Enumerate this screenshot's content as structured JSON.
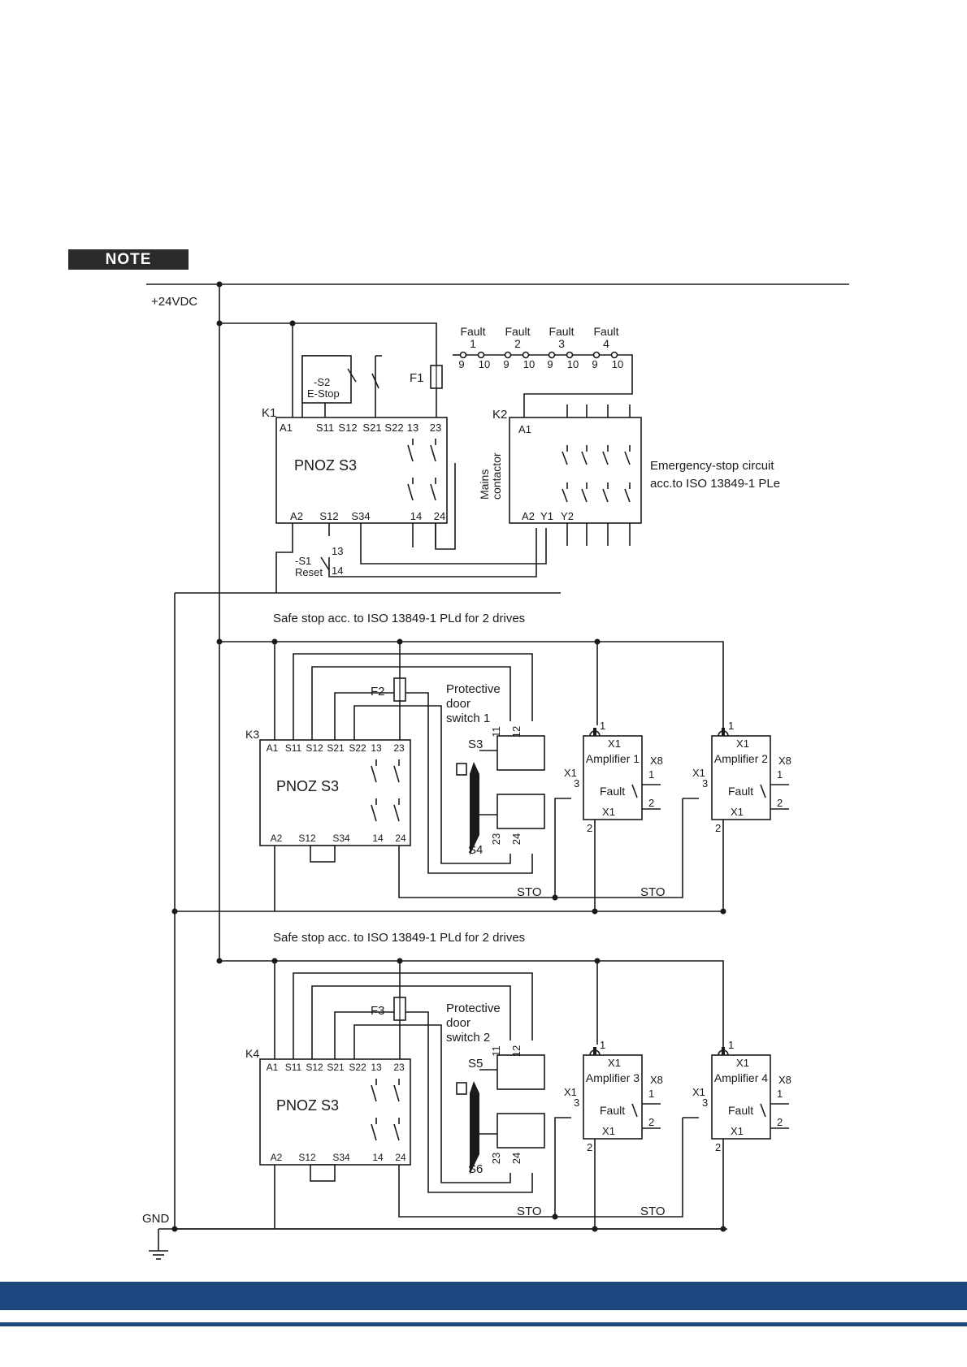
{
  "note_label": "NOTE",
  "supply": {
    "plus": "+24VDC",
    "gnd": "GND"
  },
  "estop_section": {
    "k1_label": "K1",
    "k1_name": "PNOZ S3",
    "k1_top_terminals": [
      "A1",
      "S11",
      "S12",
      "S21",
      "S22",
      "13",
      "23"
    ],
    "k1_bottom_terminals": [
      "A2",
      "S12",
      "S34",
      "14",
      "24"
    ],
    "estop_switch": [
      "-S2",
      "E-Stop"
    ],
    "fuse": "F1",
    "reset_switch": [
      "-S1",
      "Reset"
    ],
    "reset_terminals": [
      "13",
      "14"
    ],
    "k2_label": "K2",
    "k2_terminals": [
      "A1",
      "A2",
      "Y1",
      "Y2"
    ],
    "mains_contactor": [
      "Mains",
      "contactor"
    ],
    "circuit_note": [
      "Emergency-stop circuit",
      "acc.to ISO 13849-1 PLe"
    ],
    "fault_chain": [
      {
        "label": "Fault",
        "num": "1",
        "pins": [
          "9",
          "10"
        ]
      },
      {
        "label": "Fault",
        "num": "2",
        "pins": [
          "9",
          "10"
        ]
      },
      {
        "label": "Fault",
        "num": "3",
        "pins": [
          "9",
          "10"
        ]
      },
      {
        "label": "Fault",
        "num": "4",
        "pins": [
          "9",
          "10"
        ]
      }
    ]
  },
  "safe_stop_sections": [
    {
      "title": "Safe stop acc. to ISO 13849-1 PLd for 2 drives",
      "relay_label": "K3",
      "relay_name": "PNOZ S3",
      "top_terminals": [
        "A1",
        "S11",
        "S12",
        "S21",
        "S22",
        "13",
        "23"
      ],
      "bottom_terminals": [
        "A2",
        "S12",
        "S34",
        "14",
        "24"
      ],
      "fuse": "F2",
      "door_switch": [
        "Protective",
        "door",
        "switch 1"
      ],
      "switch_top": "S3",
      "switch_bottom": "S4",
      "pins": [
        "11",
        "12",
        "23",
        "24"
      ],
      "amplifiers": [
        {
          "name": "Amplifier 1",
          "x1": "X1",
          "x8": "X8",
          "fault": "Fault",
          "sto": "STO"
        },
        {
          "name": "Amplifier 2",
          "x1": "X1",
          "x8": "X8",
          "fault": "Fault",
          "sto": "STO"
        }
      ]
    },
    {
      "title": "Safe stop acc. to ISO 13849-1 PLd for 2 drives",
      "relay_label": "K4",
      "relay_name": "PNOZ S3",
      "top_terminals": [
        "A1",
        "S11",
        "S12",
        "S21",
        "S22",
        "13",
        "23"
      ],
      "bottom_terminals": [
        "A2",
        "S12",
        "S34",
        "14",
        "24"
      ],
      "fuse": "F3",
      "door_switch": [
        "Protective",
        "door",
        "switch 2"
      ],
      "switch_top": "S5",
      "switch_bottom": "S6",
      "pins": [
        "11",
        "12",
        "23",
        "24"
      ],
      "amplifiers": [
        {
          "name": "Amplifier 3",
          "x1": "X1",
          "x8": "X8",
          "fault": "Fault",
          "sto": "STO"
        },
        {
          "name": "Amplifier 4",
          "x1": "X1",
          "x8": "X8",
          "fault": "Fault",
          "sto": "STO"
        }
      ]
    }
  ]
}
